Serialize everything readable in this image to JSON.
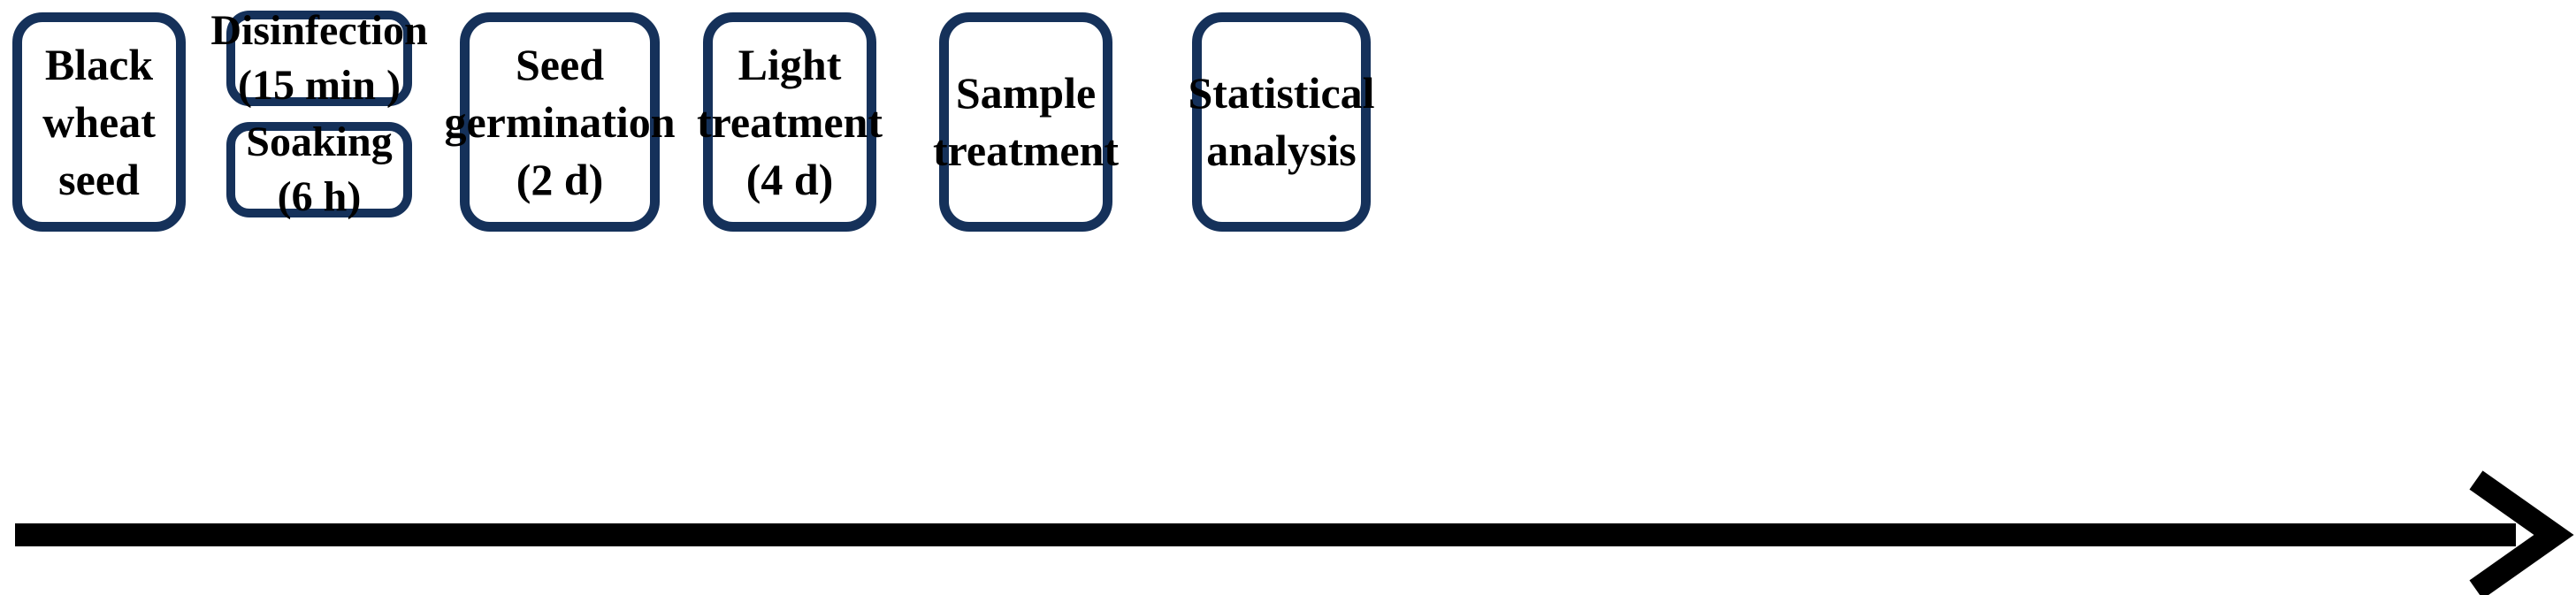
{
  "figure": {
    "background_color": "#ffffff",
    "box_border_color": "#15315a",
    "arrow_color": "#000000",
    "text_color": "#000000"
  },
  "flow": {
    "stages": [
      {
        "id": "black-wheat-seed",
        "lines": [
          "Black",
          "wheat",
          "seed"
        ]
      },
      {
        "id": "disinfection",
        "lines": [
          "Disinfection",
          "(15 min )"
        ]
      },
      {
        "id": "soaking",
        "lines": [
          "Soaking",
          "(6 h)"
        ]
      },
      {
        "id": "seed-germination",
        "lines": [
          "Seed",
          "germination",
          "(2 d)"
        ]
      },
      {
        "id": "light-treatment",
        "lines": [
          "Light",
          "treatment",
          "(4 d)"
        ]
      },
      {
        "id": "sample-treatment",
        "lines": [
          "Sample",
          "treatment"
        ]
      },
      {
        "id": "statistical-analysis",
        "lines": [
          "Statistical",
          "analysis"
        ]
      }
    ]
  },
  "timeline": {
    "direction": "left-to-right",
    "label": ""
  }
}
